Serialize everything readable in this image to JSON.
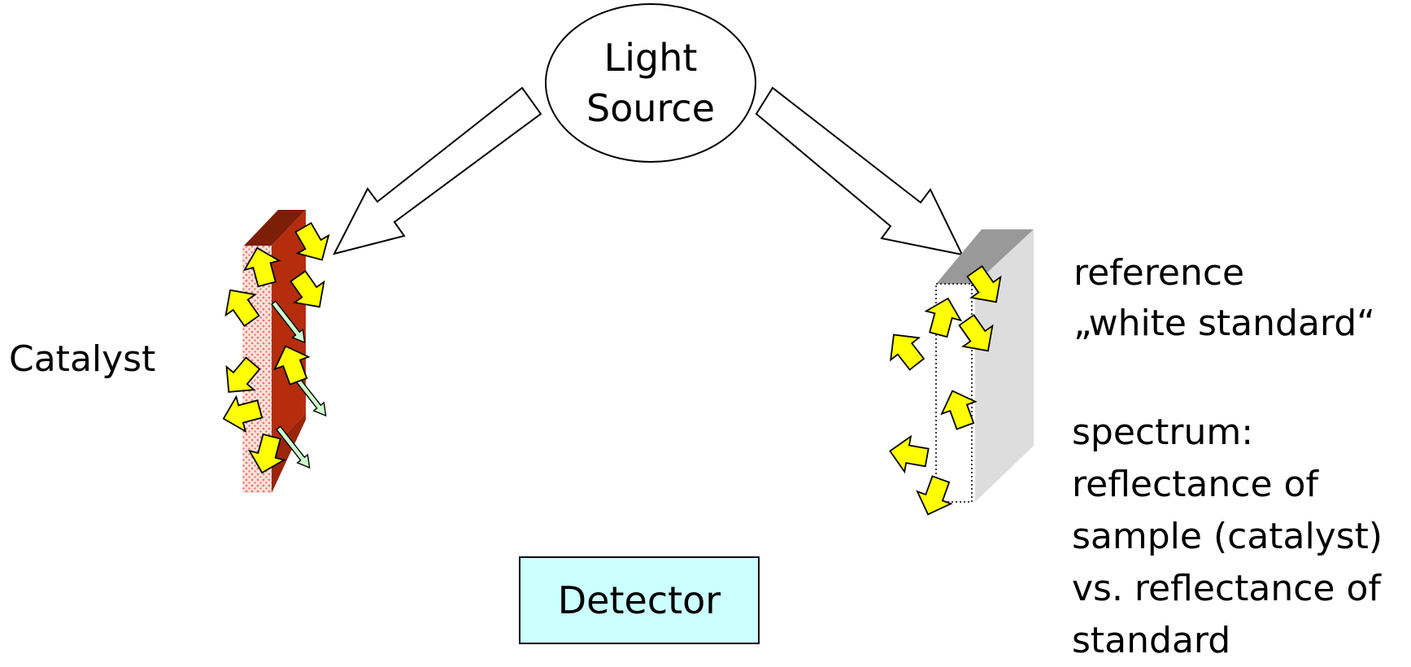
{
  "light_source": {
    "line1": "Light",
    "line2": "Source"
  },
  "catalyst": {
    "label": "Catalyst"
  },
  "reference": {
    "line1": "reference",
    "line2": "„white standard“"
  },
  "spectrum": {
    "line1": "spectrum:",
    "line2": "reflectance of",
    "line3": "sample (catalyst)",
    "line4": "vs. reflectance of",
    "line5": "standard"
  },
  "detector": {
    "label": "Detector"
  },
  "colors": {
    "catalyst_face": "#b52d0d",
    "catalyst_dots": "#e37a6e",
    "reflected_light": "#ffff00",
    "transmitted_light": "#ccffcc",
    "standard_top": "#999999",
    "standard_side": "#dddddd",
    "detector_fill": "#ccffff"
  },
  "icons": [
    "hollow-arrow",
    "reflected-light-arrow",
    "transmitted-light-arrow"
  ]
}
